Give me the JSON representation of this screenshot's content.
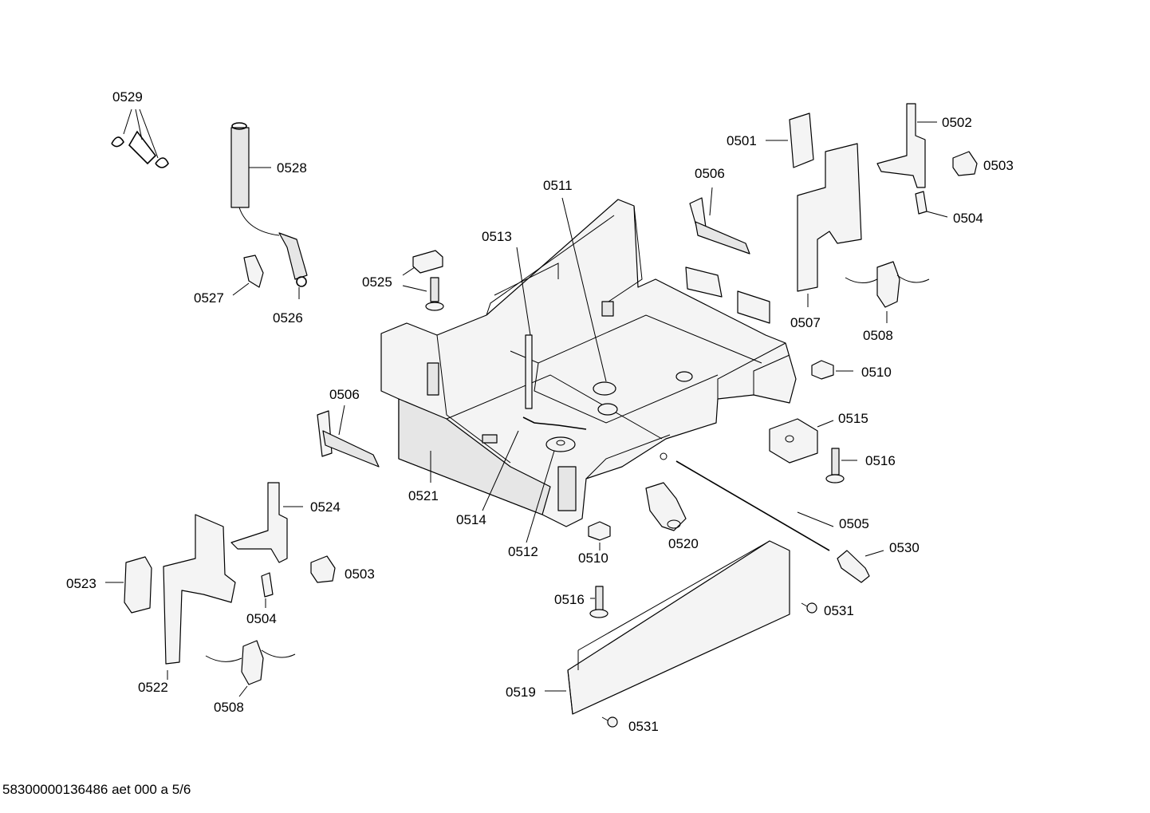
{
  "footer_text": "58300000136486 aet 000 a 5/6",
  "callouts": {
    "c0529": "0529",
    "c0528": "0528",
    "c0527": "0527",
    "c0526": "0526",
    "c0525": "0525",
    "c0513": "0513",
    "c0511": "0511",
    "c0506a": "0506",
    "c0501": "0501",
    "c0502": "0502",
    "c0503a": "0503",
    "c0504a": "0504",
    "c0507": "0507",
    "c0508a": "0508",
    "c0510a": "0510",
    "c0515": "0515",
    "c0516a": "0516",
    "c0506b": "0506",
    "c0521": "0521",
    "c0514": "0514",
    "c0512": "0512",
    "c0510b": "0510",
    "c0520": "0520",
    "c0505": "0505",
    "c0530": "0530",
    "c0524": "0524",
    "c0523": "0523",
    "c0503b": "0503",
    "c0504b": "0504",
    "c0522": "0522",
    "c0508b": "0508",
    "c0516b": "0516",
    "c0531a": "0531",
    "c0519": "0519",
    "c0531b": "0531"
  }
}
